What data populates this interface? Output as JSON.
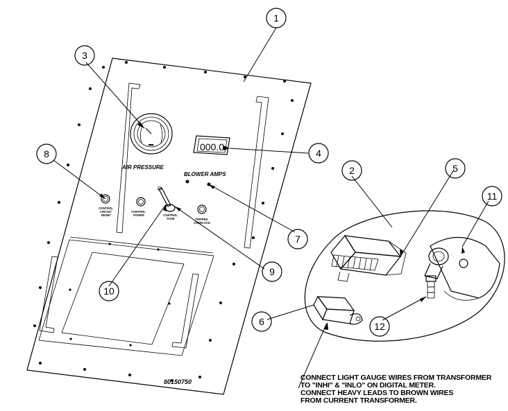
{
  "labels": {
    "air_pressure": "AIR PRESSURE",
    "blower_amps": "BLOWER AMPS",
    "control_circuit_reset": [
      "CONTROL",
      "CIRCUIT",
      "RESET"
    ],
    "control_power": [
      "CONTROL",
      "POWER"
    ],
    "control_fuse": [
      "CONTROL",
      "FUSE"
    ],
    "tripped_overload": [
      "TRIPPED",
      "OVERLOAD"
    ],
    "meter_display": "000.0",
    "part_number": "80150750"
  },
  "callouts": [
    "1",
    "2",
    "3",
    "4",
    "5",
    "6",
    "7",
    "8",
    "9",
    "10",
    "11",
    "12"
  ],
  "note": [
    "CONNECT LIGHT GAUGE WIRES FROM TRANSFORMER",
    "TO \"INHI\"  & \"INLO\" ON DIGITAL METER.",
    "CONNECT HEAVY LEADS TO BROWN WIRES",
    "FROM CURRENT TRANSFORMER."
  ]
}
